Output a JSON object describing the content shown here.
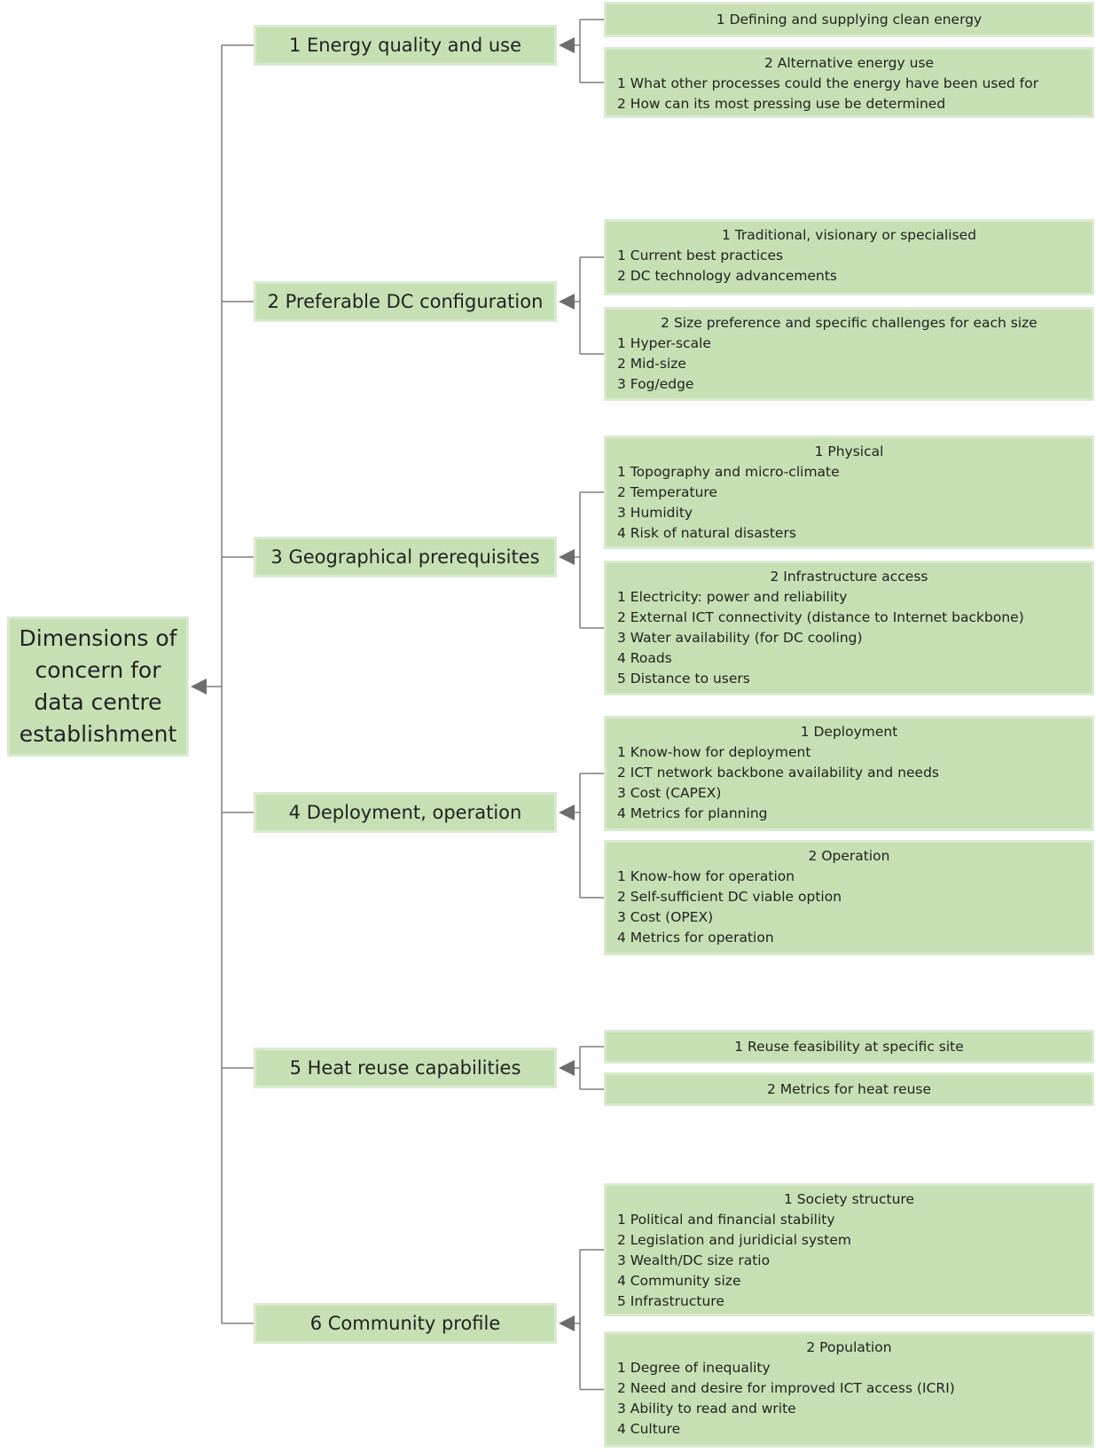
{
  "root": {
    "label": "Dimensions of concern for data centre establishment"
  },
  "categories": [
    {
      "label": "1 Energy quality and use",
      "subgroups": [
        {
          "heading": "1 Defining and supplying clean energy",
          "items": []
        },
        {
          "heading": "2 Alternative energy use",
          "items": [
            "1 What other processes  could the energy have been used for",
            "2 How can its most pressing  use be determined"
          ]
        }
      ]
    },
    {
      "label": "2 Preferable DC configuration",
      "subgroups": [
        {
          "heading": "1 Traditional, visionary or specialised",
          "items": [
            "1 Current best practices",
            "2 DC technology advancements"
          ]
        },
        {
          "heading": "2 Size preference and specific challenges for each size",
          "items": [
            "1 Hyper-scale",
            "2 Mid-size",
            "3 Fog/edge"
          ]
        }
      ]
    },
    {
      "label": "3 Geographical prerequisites",
      "subgroups": [
        {
          "heading": "1 Physical",
          "items": [
            "1 Topography  and micro-climate",
            "2 Temperature",
            "3 Humidity",
            "4 Risk of natural disasters"
          ]
        },
        {
          "heading": "2 Infrastructure access",
          "items": [
            "1 Electricity: power and reliability",
            "2 External ICT connectivity (distance to Internet backbone)",
            "3 Water availability (for DC cooling)",
            "4 Roads",
            "5 Distance to users"
          ]
        }
      ]
    },
    {
      "label": "4 Deployment, operation",
      "subgroups": [
        {
          "heading": "1 Deployment",
          "items": [
            "1 Know-how  for deployment",
            "2 ICT network backbone availability and needs",
            "3 Cost  (CAPEX)",
            "4 Metrics for planning"
          ]
        },
        {
          "heading": "2 Operation",
          "items": [
            "1 Know-how  for operation",
            "2 Self-sufficient   DC viable option",
            "3 Cost  (OPEX)",
            "4 Metrics for operation"
          ]
        }
      ]
    },
    {
      "label": "5 Heat reuse capabilities",
      "subgroups": [
        {
          "heading": "1 Reuse feasibility at specific site",
          "items": []
        },
        {
          "heading": "2 Metrics for heat reuse",
          "items": []
        }
      ]
    },
    {
      "label": "6 Community profile",
      "subgroups": [
        {
          "heading": "1 Society structure",
          "items": [
            "1 Political and financial stability",
            "2 Legislation and juridicial system",
            "3 Wealth/DC size ratio",
            "4 Community  size",
            "5 Infrastructure"
          ]
        },
        {
          "heading": "2 Population",
          "items": [
            "1 Degree of  inequality",
            "2 Need and desire for improved ICT access (ICRI)",
            "3 Ability to read and write",
            "4 Culture"
          ]
        }
      ]
    }
  ],
  "colors": {
    "box_fill": "#c6e0b4",
    "box_border": "#d9ead0",
    "connector": "#7f7f7f",
    "arrow": "#6d6d6d"
  }
}
